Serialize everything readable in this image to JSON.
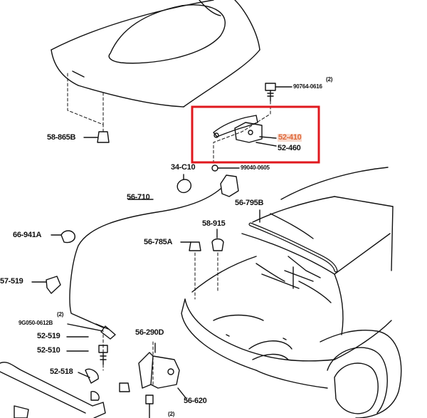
{
  "diagram": {
    "highlight_color": "#e0181e",
    "callout_box": {
      "part_a": "52-410",
      "part_b": "52-460"
    },
    "parts": {
      "hood_bumper": "58-865B",
      "bolt_top": "90764-0616",
      "bolt_top_qty": "(2)",
      "bolt_hinge": "99040-0605",
      "support_rod_clip": "34-C10",
      "release_cable": "56-710",
      "weatherstrip": "56-795B",
      "clip_a": "66-941A",
      "clip_b": "58-915",
      "stop_rubber": "56-785A",
      "clip_c": "57-519",
      "bolt_lower": "9G050-0612B",
      "bolt_lower_qty": "(2)",
      "bracket_a": "52-519",
      "bracket_b": "52-510",
      "bracket_c": "52-518",
      "latch": "56-290D",
      "latch_cover": "56-620",
      "bottom_qty": "(2)"
    }
  }
}
